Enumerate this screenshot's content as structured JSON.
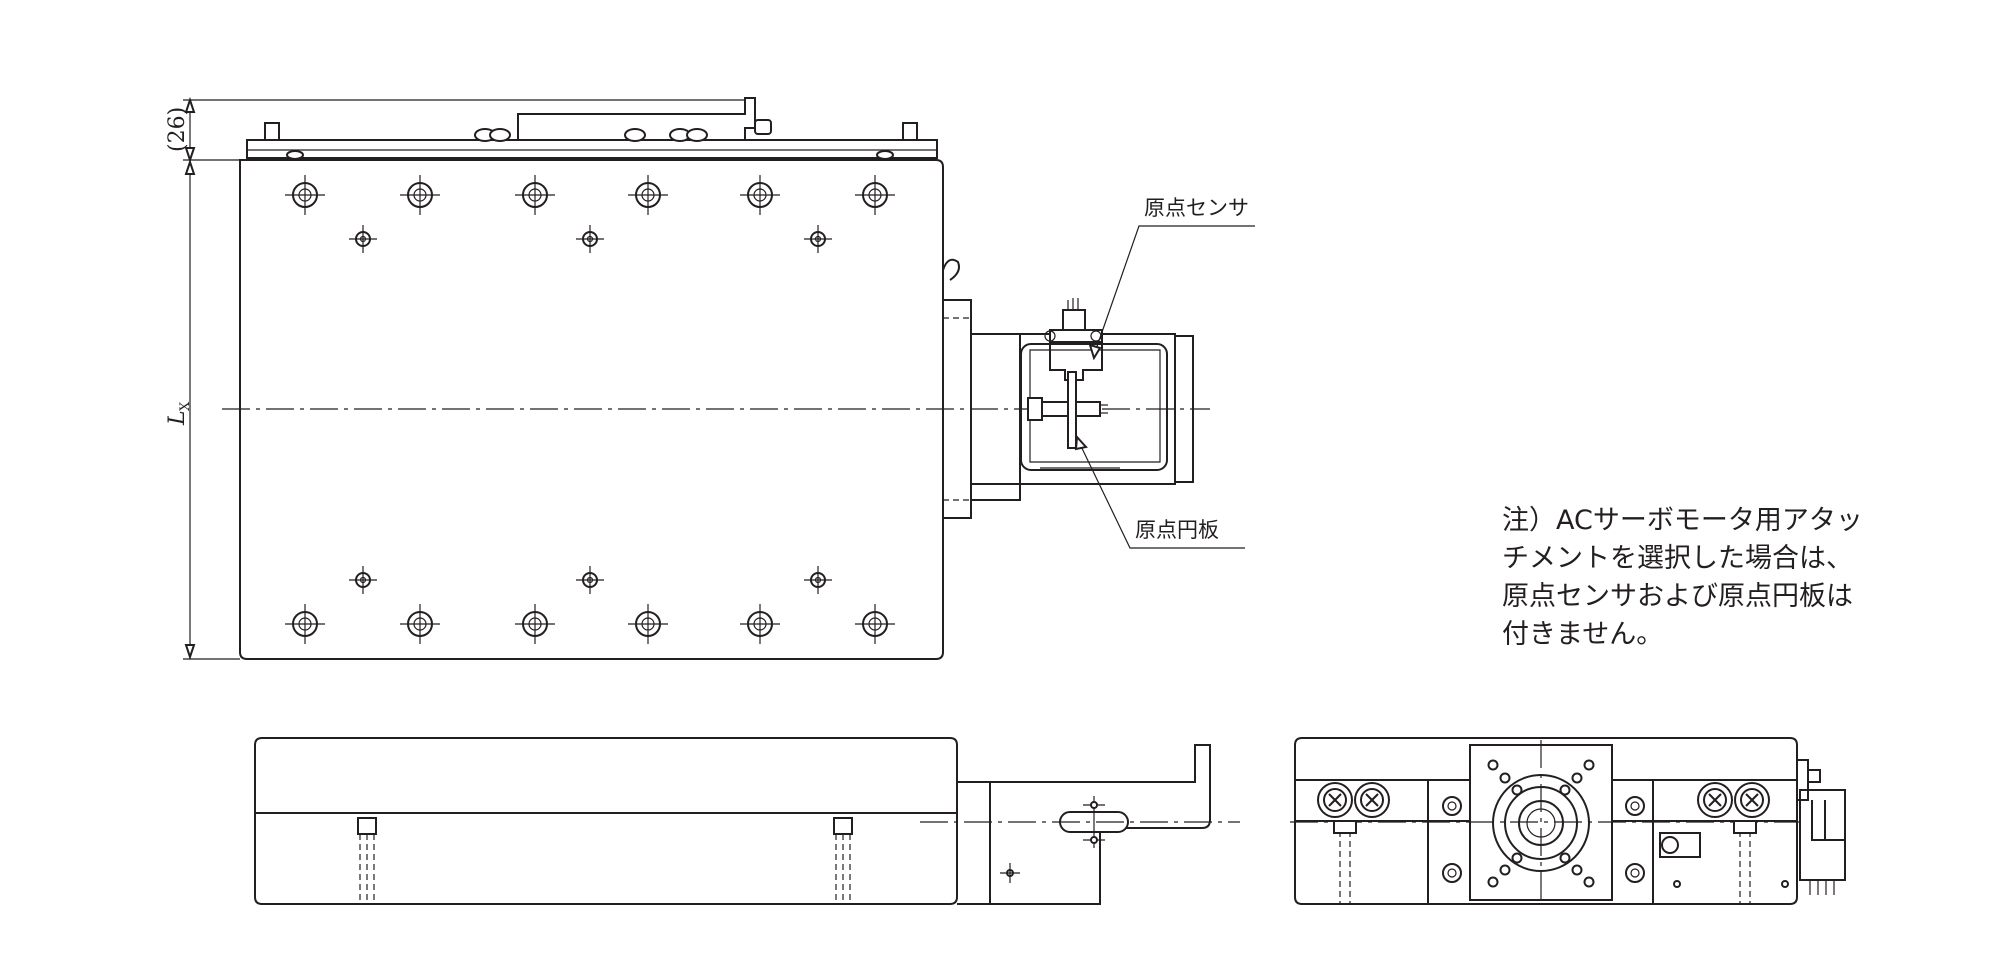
{
  "labels": {
    "origin_sensor": "原点センサ",
    "origin_disc": "原点円板",
    "dim_height": "(26)",
    "dim_length_main": "L",
    "dim_length_sub": "X"
  },
  "note": {
    "lines": [
      "注）ACサーボモータ用アタッ",
      "チメントを選択した場合は、",
      "原点センサおよび原点円板は",
      "付きません。"
    ]
  }
}
